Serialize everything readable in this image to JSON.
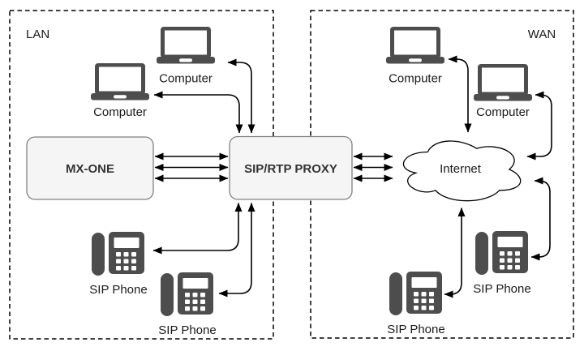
{
  "diagram": {
    "zones": {
      "lan": {
        "label": "LAN"
      },
      "wan": {
        "label": "WAN"
      }
    },
    "nodes": {
      "mx_one": {
        "label": "MX-ONE",
        "type": "box"
      },
      "proxy": {
        "label": "SIP/RTP PROXY",
        "type": "box"
      },
      "internet": {
        "label": "Internet",
        "type": "cloud"
      },
      "lan_computer_top": {
        "label": "Computer",
        "type": "laptop-icon"
      },
      "lan_computer_left": {
        "label": "Computer",
        "type": "laptop-icon"
      },
      "lan_phone_top": {
        "label": "SIP Phone",
        "type": "phone-icon"
      },
      "lan_phone_bottom": {
        "label": "SIP Phone",
        "type": "phone-icon"
      },
      "wan_computer_left": {
        "label": "Computer",
        "type": "laptop-icon"
      },
      "wan_computer_right": {
        "label": "Computer",
        "type": "laptop-icon"
      },
      "wan_phone_right": {
        "label": "SIP Phone",
        "type": "phone-icon"
      },
      "wan_phone_left": {
        "label": "SIP Phone",
        "type": "phone-icon"
      }
    },
    "edges": [
      {
        "from": "lan_computer_top",
        "to": "proxy",
        "bidirectional": true,
        "lines": 1
      },
      {
        "from": "lan_computer_left",
        "to": "proxy",
        "bidirectional": true,
        "lines": 1
      },
      {
        "from": "mx_one",
        "to": "proxy",
        "bidirectional": true,
        "lines": 3
      },
      {
        "from": "lan_phone_top",
        "to": "proxy",
        "bidirectional": true,
        "lines": 1
      },
      {
        "from": "lan_phone_bottom",
        "to": "proxy",
        "bidirectional": true,
        "lines": 1
      },
      {
        "from": "proxy",
        "to": "internet",
        "bidirectional": true,
        "lines": 3
      },
      {
        "from": "wan_computer_left",
        "to": "internet",
        "bidirectional": true,
        "lines": 1
      },
      {
        "from": "wan_computer_right",
        "to": "internet",
        "bidirectional": true,
        "lines": 1
      },
      {
        "from": "internet",
        "to": "wan_phone_right",
        "bidirectional": true,
        "lines": 1
      },
      {
        "from": "internet",
        "to": "wan_phone_left",
        "bidirectional": true,
        "lines": 1
      }
    ],
    "colors": {
      "background": "#ffffff",
      "box_fill": "#f5f5f5",
      "box_border": "#808080",
      "icon": "#4d4d4d",
      "line": "#000000",
      "text": "#1a1a1a"
    }
  }
}
